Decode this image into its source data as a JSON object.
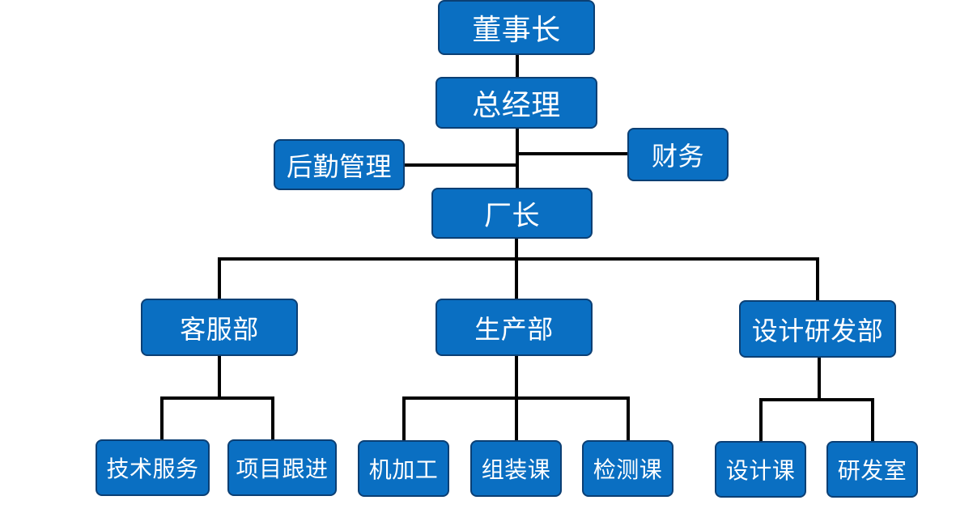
{
  "org": {
    "chairman": "董事长",
    "general_manager": "总经理",
    "logistics": "后勤管理",
    "finance": "财务",
    "factory_director": "厂长",
    "departments": {
      "customer_service": "客服部",
      "production": "生产部",
      "design_rd": "设计研发部"
    },
    "sections": {
      "tech_service": "技术服务",
      "project_followup": "项目跟进",
      "machining": "机加工",
      "assembly": "组装课",
      "inspection": "检测课",
      "design": "设计课",
      "lab": "研发室"
    }
  },
  "colors": {
    "node_fill": "#0a6fc2",
    "node_border": "#0b3f74",
    "node_text": "#ffffff",
    "connector": "#000000"
  }
}
